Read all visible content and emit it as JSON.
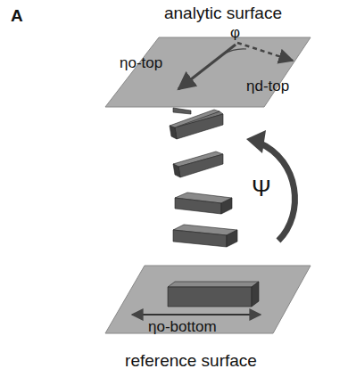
{
  "diagram": {
    "labels": [
      "A",
      "analytic surface",
      "ηo-top",
      "φ",
      "ηd-top",
      "Ψ",
      "ηo-bottom",
      "reference surface"
    ]
  }
}
